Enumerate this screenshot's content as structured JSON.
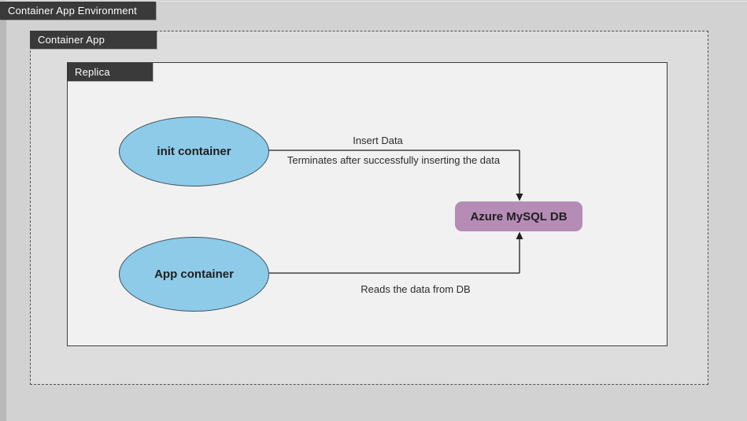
{
  "diagram": {
    "environment": {
      "label": "Container App Environment"
    },
    "container_app": {
      "label": "Container App"
    },
    "replica": {
      "label": "Replica"
    },
    "nodes": {
      "init_container": {
        "label": "init container"
      },
      "app_container": {
        "label": "App container"
      },
      "database": {
        "label": "Azure MySQL DB"
      }
    },
    "edges": {
      "insert": {
        "label_top": "Insert Data",
        "label_bottom": "Terminates after successfully inserting the data"
      },
      "read": {
        "label": "Reads the data from DB"
      }
    }
  },
  "colors": {
    "page_bg": "#d2d2d2",
    "page_edge": "#b9b9b9",
    "label_bar_bg": "#3a3a3a",
    "label_bar_text": "#ffffff",
    "container_app_bg": "#dddddd",
    "container_app_border": "#4f4f4f",
    "replica_bg": "#f1f1f1",
    "replica_border": "#3c3c3c",
    "ellipse_fill": "#8dcbe9",
    "ellipse_border": "#42525e",
    "db_fill": "#b58cb5",
    "edge_line": "#1f1f1f",
    "text_dark": "#1f1f1f"
  }
}
